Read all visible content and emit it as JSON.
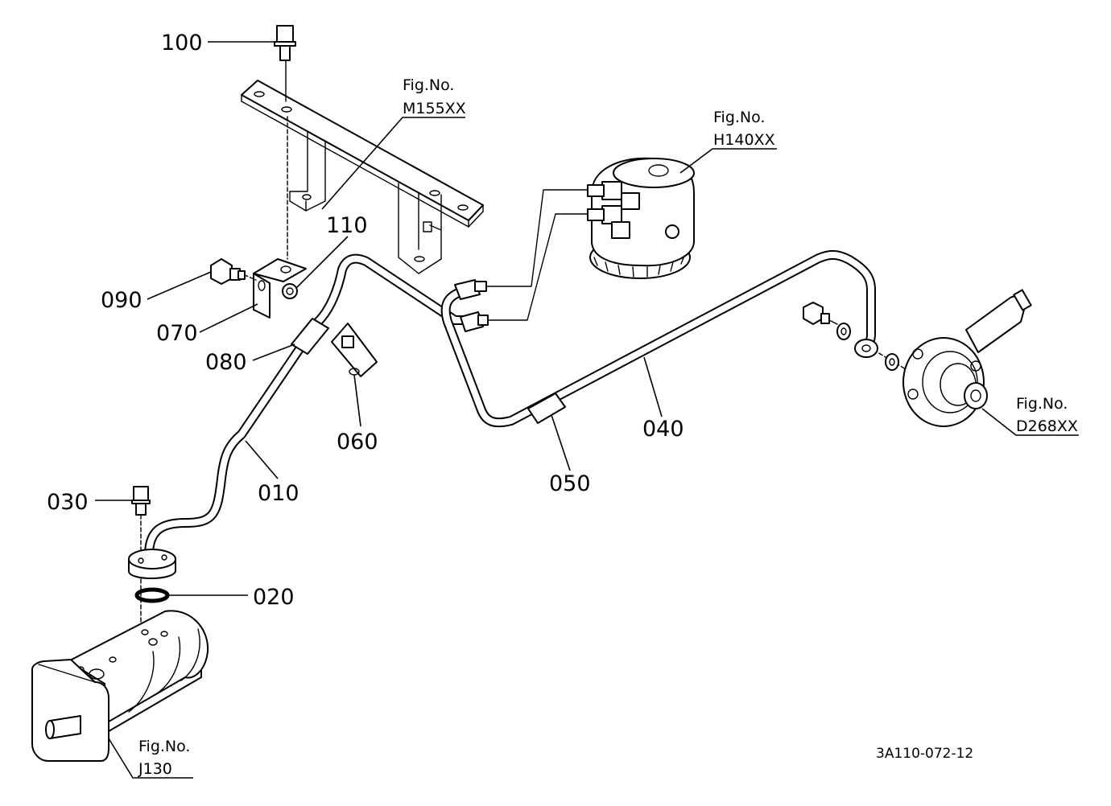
{
  "parts": [
    {
      "id": "p010",
      "number": "010"
    },
    {
      "id": "p020",
      "number": "020"
    },
    {
      "id": "p030",
      "number": "030"
    },
    {
      "id": "p040",
      "number": "040"
    },
    {
      "id": "p050",
      "number": "050"
    },
    {
      "id": "p060",
      "number": "060"
    },
    {
      "id": "p070",
      "number": "070"
    },
    {
      "id": "p080",
      "number": "080"
    },
    {
      "id": "p090",
      "number": "090"
    },
    {
      "id": "p100",
      "number": "100"
    },
    {
      "id": "p110",
      "number": "110"
    }
  ],
  "figure_refs": [
    {
      "id": "m155",
      "label": "Fig.No.",
      "code": "M155XX"
    },
    {
      "id": "h140",
      "label": "Fig.No.",
      "code": "H140XX"
    },
    {
      "id": "d268",
      "label": "Fig.No.",
      "code": "D268XX"
    },
    {
      "id": "j130",
      "label": "Fig.No.",
      "code": "J130"
    }
  ],
  "drawing_code": "3A110-072-12"
}
